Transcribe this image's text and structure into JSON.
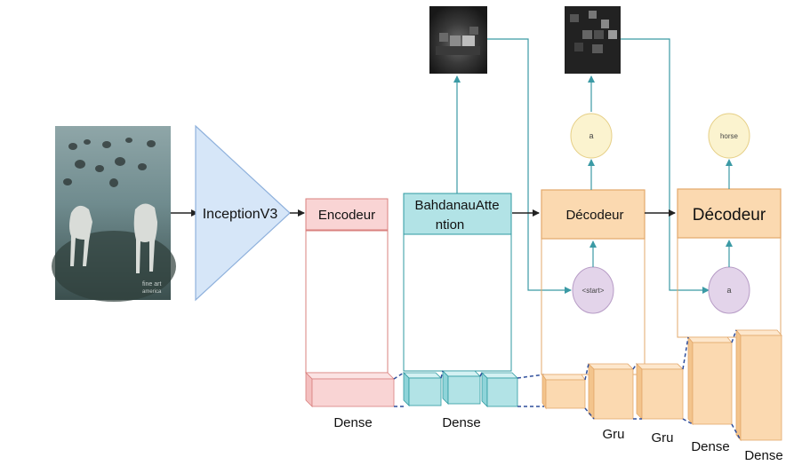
{
  "diagram": {
    "photo": {
      "watermark_line1": "fine art",
      "watermark_line2": "america"
    },
    "cnn_label": "InceptionV3",
    "encoder_label": "Encodeur",
    "attention_label_line1": "BahdanauAtte",
    "attention_label_line2": "ntion",
    "decoder1_label": "Décodeur",
    "decoder2_label": "Décodeur",
    "decoder1_output_word": "a",
    "decoder2_output_word": "horse",
    "decoder1_input_token": "<start>",
    "decoder2_input_token": "a",
    "bottom_labels": {
      "encoder_dense": "Dense",
      "attention_dense": "Dense",
      "gru_1": "Gru",
      "gru_2": "Gru",
      "dense_3": "Dense",
      "dense_4": "Dense"
    },
    "colors": {
      "encoder_fill": "#f9d4d4",
      "encoder_stroke": "#d9807e",
      "attention_fill": "#b2e3e6",
      "attention_stroke": "#2e9aa1",
      "decoder_fill": "#fbd9b0",
      "decoder_stroke": "#e3a86b",
      "word_fill": "#fbf3cf",
      "token_fill": "#e3d4ea",
      "cnn_fill": "#d6e6f8",
      "cnn_stroke": "#8fb1dc",
      "arrow_teal": "#3b9aa5",
      "dashed_blue": "#2f4f9c"
    }
  }
}
